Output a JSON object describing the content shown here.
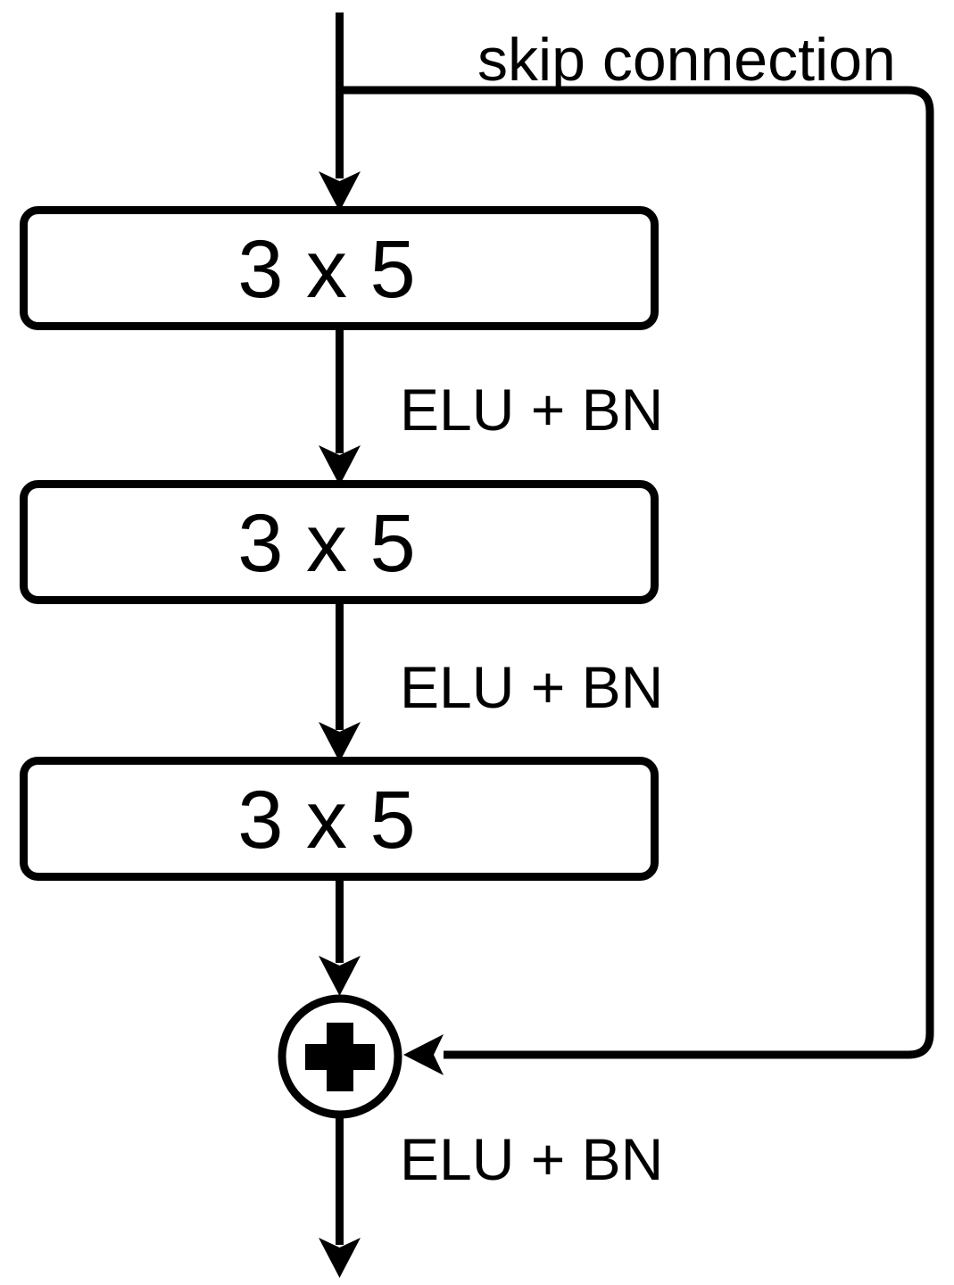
{
  "diagram": {
    "title": "residual-block",
    "colors": {
      "stroke": "#000000",
      "background": "#ffffff",
      "text": "#000000"
    },
    "blocks": [
      {
        "id": "conv1",
        "label": "3 x 5"
      },
      {
        "id": "conv2",
        "label": "3 x 5"
      },
      {
        "id": "conv3",
        "label": "3 x 5"
      }
    ],
    "edge_labels": [
      {
        "id": "act1",
        "label": "ELU + BN"
      },
      {
        "id": "act2",
        "label": "ELU + BN"
      },
      {
        "id": "act3",
        "label": "ELU + BN"
      }
    ],
    "skip": {
      "label": "skip connection"
    },
    "sum_node": {
      "label": "+"
    }
  }
}
